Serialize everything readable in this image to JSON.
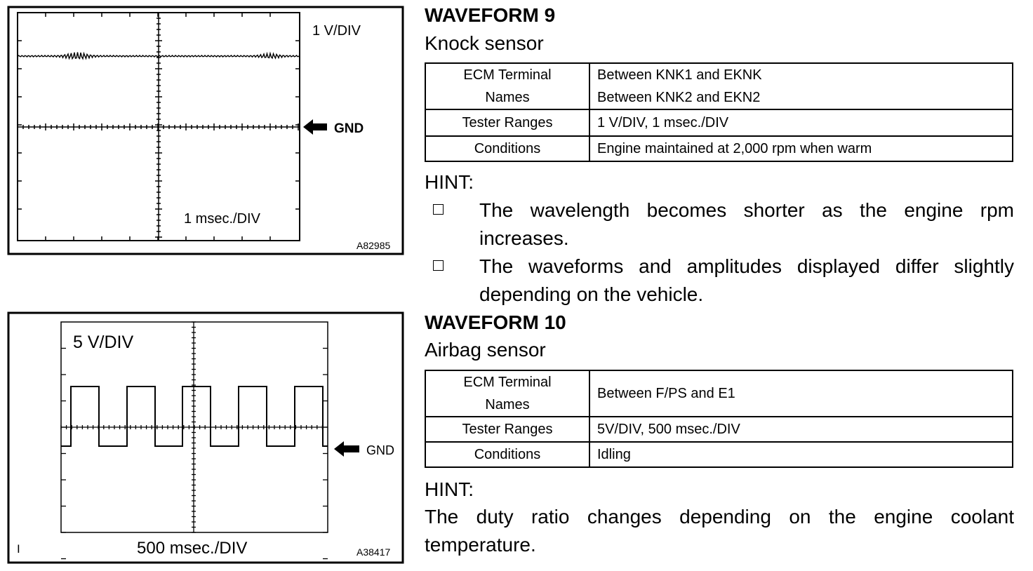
{
  "scope1": {
    "volt_div": "1 V/DIV",
    "time_div": "1 msec./DIV",
    "ref_marker": "GND",
    "figure_id": "A82985"
  },
  "scope2": {
    "volt_div": "5 V/DIV",
    "time_div": "500 msec./DIV",
    "ref_marker": "GND",
    "figure_id": "A38417",
    "corner_mark": "I"
  },
  "waveform9": {
    "title": "WAVEFORM 9",
    "subtitle": "Knock sensor",
    "table": {
      "ecm_label_1": "ECM Terminal",
      "ecm_label_2": "Names",
      "ecm_value_1": "Between KNK1 and EKNK",
      "ecm_value_2": "Between KNK2 and EKN2",
      "tester_label": "Tester Ranges",
      "tester_value": "1 V/DIV, 1 msec./DIV",
      "cond_label": "Conditions",
      "cond_value": "Engine maintained at 2,000 rpm when warm"
    },
    "hint_label": "HINT:",
    "hints": [
      "The wavelength becomes shorter as the engine rpm increases.",
      "The waveforms and amplitudes displayed differ slightly depending on the vehicle."
    ]
  },
  "waveform10": {
    "title": "WAVEFORM 10",
    "subtitle": "Airbag sensor",
    "table": {
      "ecm_label_1": "ECM Terminal",
      "ecm_label_2": "Names",
      "ecm_value": "Between F/PS and E1",
      "tester_label": "Tester Ranges",
      "tester_value": "5V/DIV, 500 msec./DIV",
      "cond_label": "Conditions",
      "cond_value": "Idling"
    },
    "hint_label": "HINT:",
    "hint_text": "The duty ratio changes depending on the engine coolant temperature."
  }
}
